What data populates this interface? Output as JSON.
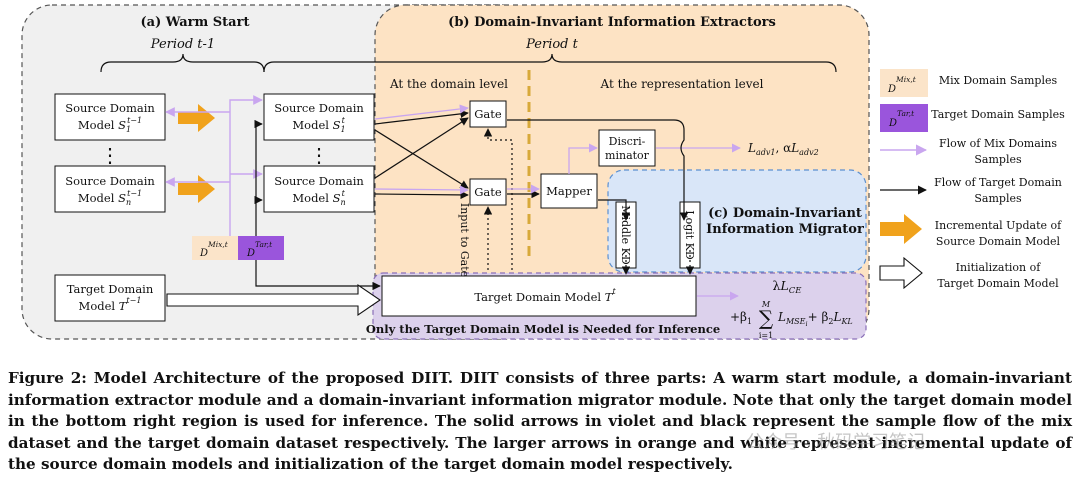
{
  "panels": {
    "warm_start": "(a) Warm Start",
    "extractors": "(b) Domain-Invariant Information Extractors",
    "migrator_line1": "(c) Domain-Invariant",
    "migrator_line2": "Information Migrator",
    "inference_note": "Only the Target Domain Model is Needed for Inference"
  },
  "periods": {
    "prev": "Period t-1",
    "curr": "Period t"
  },
  "levels": {
    "domain": "At the domain level",
    "representation": "At the representation level"
  },
  "boxes": {
    "src1_prev": {
      "line1": "Source Domain",
      "line2": "Model",
      "sym": "S",
      "sub": "1",
      "sup": "t−1"
    },
    "srcn_prev": {
      "line1": "Source Domain",
      "line2": "Model",
      "sym": "S",
      "sub": "n",
      "sup": "t−1"
    },
    "src1_curr": {
      "line1": "Source Domain",
      "line2": "Model",
      "sym": "S",
      "sub": "1",
      "sup": "t"
    },
    "srcn_curr": {
      "line1": "Source Domain",
      "line2": "Model",
      "sym": "S",
      "sub": "n",
      "sup": "t"
    },
    "tgt_prev": {
      "line1": "Target Domain",
      "line2": "Model",
      "sym": "T",
      "sup": "t−1"
    },
    "tgt_curr": {
      "label": "Target Domain Model",
      "sym": "T",
      "sup": "t"
    },
    "gate": "Gate",
    "discriminator_line1": "Discri-",
    "discriminator_line2": "minator",
    "mapper": "Mapper",
    "middle_kd": "Middle KD",
    "logit_kd": "Logit KD",
    "input_to_gate": "Input to Gate",
    "dots": "⋮"
  },
  "samples": {
    "mix": {
      "sym": "D",
      "sup": "Mix,t"
    },
    "tar": {
      "sym": "D",
      "sup": "Tar,t"
    }
  },
  "loss": {
    "adv_a": "L",
    "adv_a_sub": "adv1",
    "adv_sep": ", α",
    "adv_b": "L",
    "adv_b_sub": "adv2",
    "lambda": "λ",
    "ce": "L",
    "ce_sub": "CE",
    "sum_prefix": "+β",
    "sum_prefix_sub": "1",
    "sum_top": "M",
    "sum_sym": "∑",
    "sum_bottom": "i=1",
    "mse": "L",
    "mse_sub": "MSE",
    "mse_sub_i": "i",
    "kl_prefix": "+ β",
    "kl_prefix_sub": "2",
    "kl": "L",
    "kl_sub": "KL"
  },
  "legend": [
    {
      "kind": "mix-swatch",
      "line1": "Mix Domain Samples",
      "line2": ""
    },
    {
      "kind": "tar-swatch",
      "line1": "Target Domain Samples",
      "line2": ""
    },
    {
      "kind": "violet-arrow",
      "line1": "Flow of Mix Domains",
      "line2": "Samples"
    },
    {
      "kind": "black-arrow",
      "line1": "Flow of Target Domain",
      "line2": "Samples"
    },
    {
      "kind": "orange-arrow",
      "line1": "Incremental Update of",
      "line2": "Source Domain Model"
    },
    {
      "kind": "white-arrow",
      "line1": "Initialization of",
      "line2": "Target Domain Model"
    }
  ],
  "caption": "Figure 2: Model Architecture of the proposed DIIT. DIIT consists of three parts: A warm start module, a domain-invariant information extractor module and a domain-invariant information migrator module. Note that only the target domain model in the bottom right region is used for inference. The solid arrows in violet and black represent the sample flow of the mix dataset and the target domain dataset respectively. The larger arrows in orange and white represent incremental update of the source domain models and initialization of the target domain model respectively.",
  "watermark": "公众号 · 秋码学习笔记",
  "colors": {
    "warm_bg": "#f0f0f0",
    "extract_bg": "#fde3c4",
    "migrator_bg": "#d9e6f8",
    "migrator_border": "#5b8fd0",
    "inference_bg": "#dcd1ec",
    "inference_border": "#8a6fb8",
    "mix_swatch": "#fbe4c9",
    "tar_swatch": "#9a55dc",
    "violet": "#c9a6ef",
    "orange": "#f0a21c",
    "dashed_gold": "#d8a93a"
  }
}
